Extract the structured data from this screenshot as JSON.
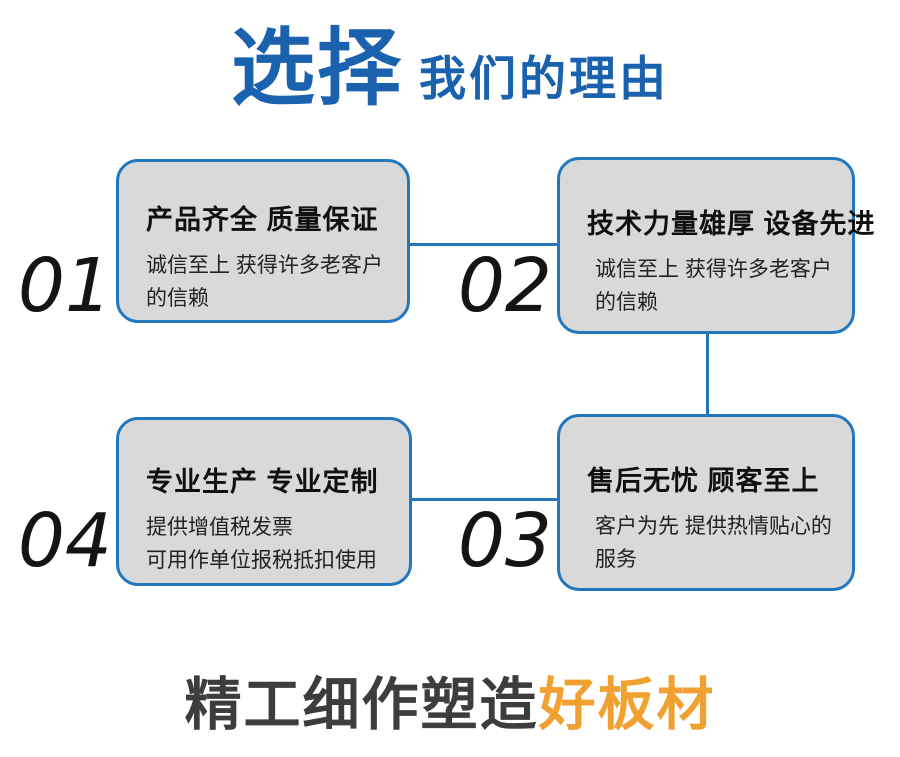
{
  "header": {
    "accent": "选择",
    "rest": "我们的理由"
  },
  "cards": [
    {
      "number": "01",
      "title": "产品齐全 质量保证",
      "desc1": "诚信至上 获得许多老客户",
      "desc2": "的信赖"
    },
    {
      "number": "02",
      "title": "技术力量雄厚 设备先进",
      "desc1": "诚信至上 获得许多老客户",
      "desc2": "的信赖"
    },
    {
      "number": "03",
      "title": "售后无忧 顾客至上",
      "desc1": "客户为先 提供热情贴心的",
      "desc2": "服务"
    },
    {
      "number": "04",
      "title": "专业生产 专业定制",
      "desc1": "提供增值税发票",
      "desc2": "可用作单位报税抵扣使用"
    }
  ],
  "footer": {
    "dark": "精工细作塑造",
    "accent": "好板材"
  },
  "colors": {
    "blue": "#1a61ae",
    "line": "#2277bd",
    "card": "#d9d9d9",
    "orange": "#f0a132",
    "dark": "#3d3d3d"
  }
}
